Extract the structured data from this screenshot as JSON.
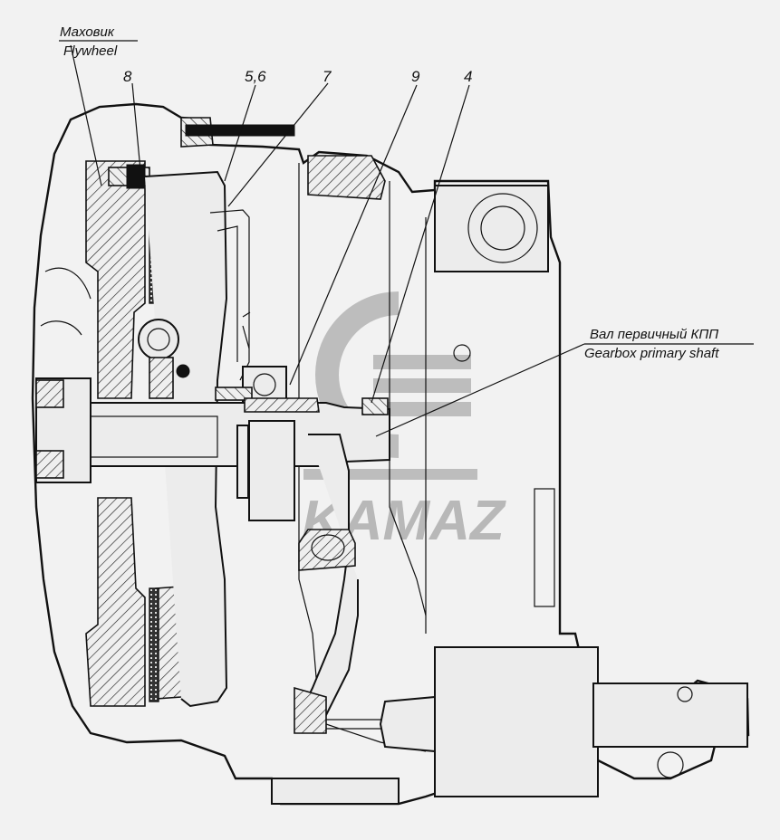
{
  "labels": {
    "flywheel_ru": "Маховик",
    "flywheel_en": "Flywheel",
    "shaft_ru": "Вал первичный КПП",
    "shaft_en": "Gearbox primary shaft"
  },
  "callouts": [
    {
      "id": "8",
      "text": "8"
    },
    {
      "id": "5-6",
      "text": "5,6"
    },
    {
      "id": "7",
      "text": "7"
    },
    {
      "id": "9",
      "text": "9"
    },
    {
      "id": "4",
      "text": "4"
    }
  ],
  "watermark": {
    "brand": "KAMAZ",
    "color": "#bdbdbd"
  },
  "colors": {
    "line": "#111111",
    "background": "#f2f2f2"
  }
}
